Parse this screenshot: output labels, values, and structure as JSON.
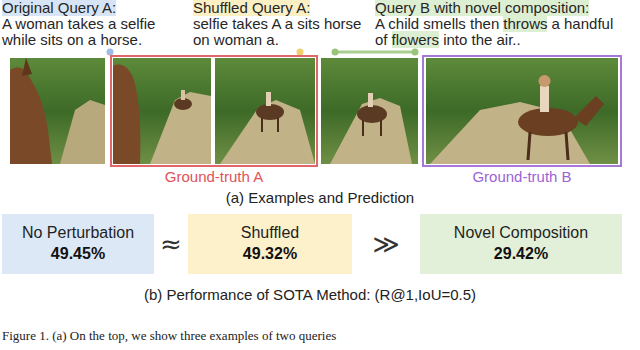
{
  "diagram": {
    "caption": "Figure 1. (a) On the top, we show three examples of two queries",
    "nodes": [
      {
        "text": [
          "Ground-truth A"
        ]
      },
      {
        "text": [
          "Ground-truth B"
        ]
      },
      {
        "text": [
          "No Perturbation",
          "49.45%"
        ]
      },
      {
        "text": [
          "Shuffled",
          "49.32%"
        ]
      },
      {
        "text": [
          "Novel Composition",
          "29.42%"
        ]
      }
    ],
    "labels": [
      "Original Query A:",
      "A woman takes a selfie while sits on a horse.",
      "Shuffled Query A:",
      "selfie takes A a sits horse on woman a.",
      "Query B with novel composition:",
      "A child smells then",
      "throws",
      "a handful of",
      "flowers",
      "into the air..",
      "(a) Examples and Prediction",
      "≈",
      "≫",
      "(b) Performance of SOTA Method: (R@1,IoU=0.5)"
    ]
  }
}
